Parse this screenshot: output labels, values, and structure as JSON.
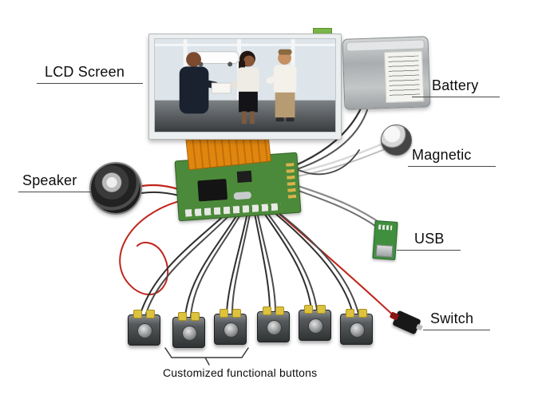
{
  "diagram": {
    "labels": {
      "lcd": "LCD Screen",
      "battery": "Battery",
      "magnetic": "Magnetic",
      "speaker": "Speaker",
      "usb": "USB",
      "switch": "Switch",
      "buttons_caption": "Customized functional buttons"
    },
    "colors": {
      "background": "#ffffff",
      "pcb_green": "#4b8a3a",
      "flex_orange": "#e0860f",
      "wire_dark": "#2f2f2f",
      "wire_red": "#c0251c",
      "battery_silver": "#b9bdbf",
      "button_lead_yellow": "#dcc23e",
      "label_text": "#0d0d0d"
    }
  }
}
